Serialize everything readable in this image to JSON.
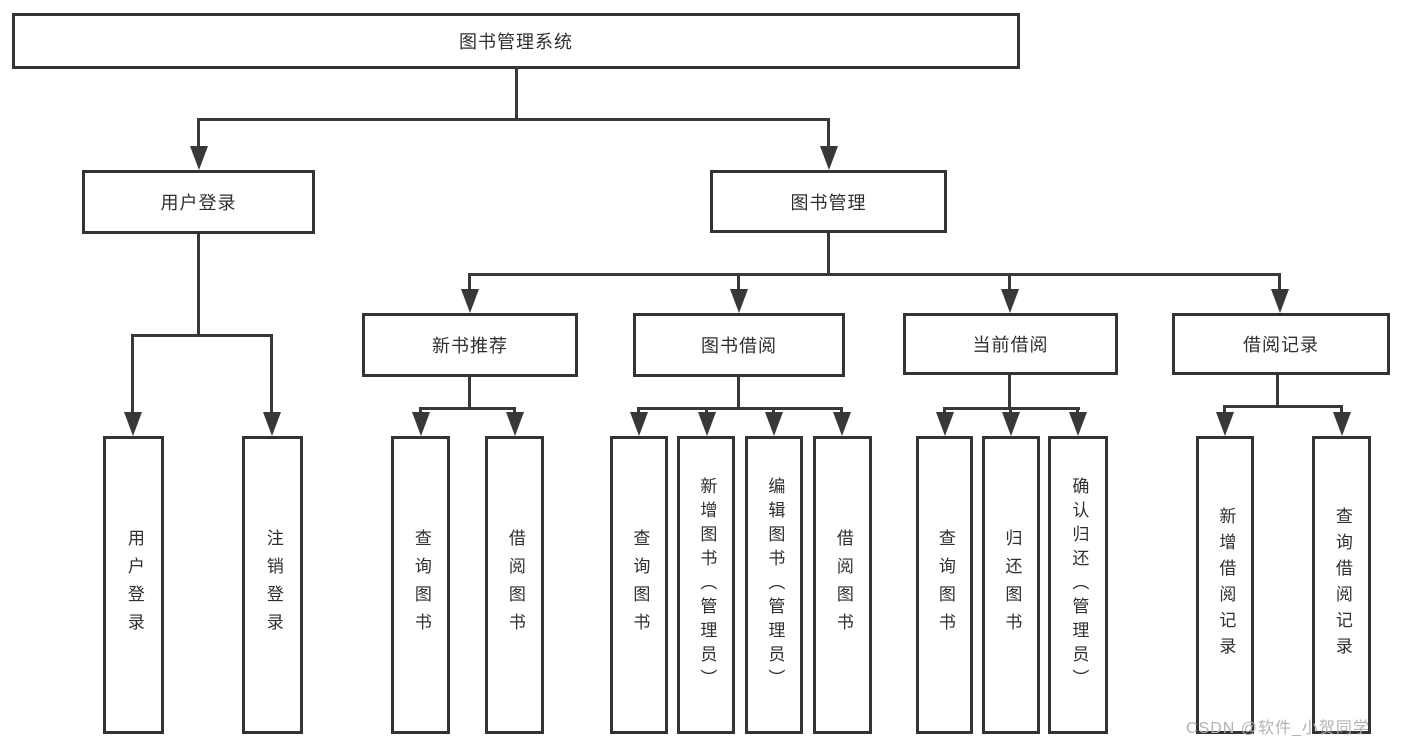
{
  "diagram": {
    "root": "图书管理系统",
    "branches": {
      "user_login": "用户登录",
      "book_mgmt": "图书管理"
    },
    "sections": {
      "new_book_rec": "新书推荐",
      "book_borrow": "图书借阅",
      "current_borrow": "当前借阅",
      "borrow_record": "借阅记录"
    },
    "leaves": {
      "user_login": "用户登录",
      "logout": "注销登录",
      "rec_query_book": "查询图书",
      "rec_borrow_book": "借阅图书",
      "bb_query_book": "查询图书",
      "bb_add_book": "新增图书（管理员）",
      "bb_edit_book": "编辑图书（管理员）",
      "bb_borrow_book": "借阅图书",
      "cb_query_book": "查询图书",
      "cb_return_book": "归还图书",
      "cb_confirm_return": "确认归还（管理员）",
      "br_add_record": "新增借阅记录",
      "br_query_record": "查询借阅记录"
    }
  },
  "watermark": "CSDN @软件_小贺同学",
  "colors": {
    "line": "#383838",
    "box_border": "#333333",
    "box_fill": "#ffffff",
    "text": "#2f2f2f",
    "watermark": "#b3b3b3",
    "background": "#ffffff"
  }
}
